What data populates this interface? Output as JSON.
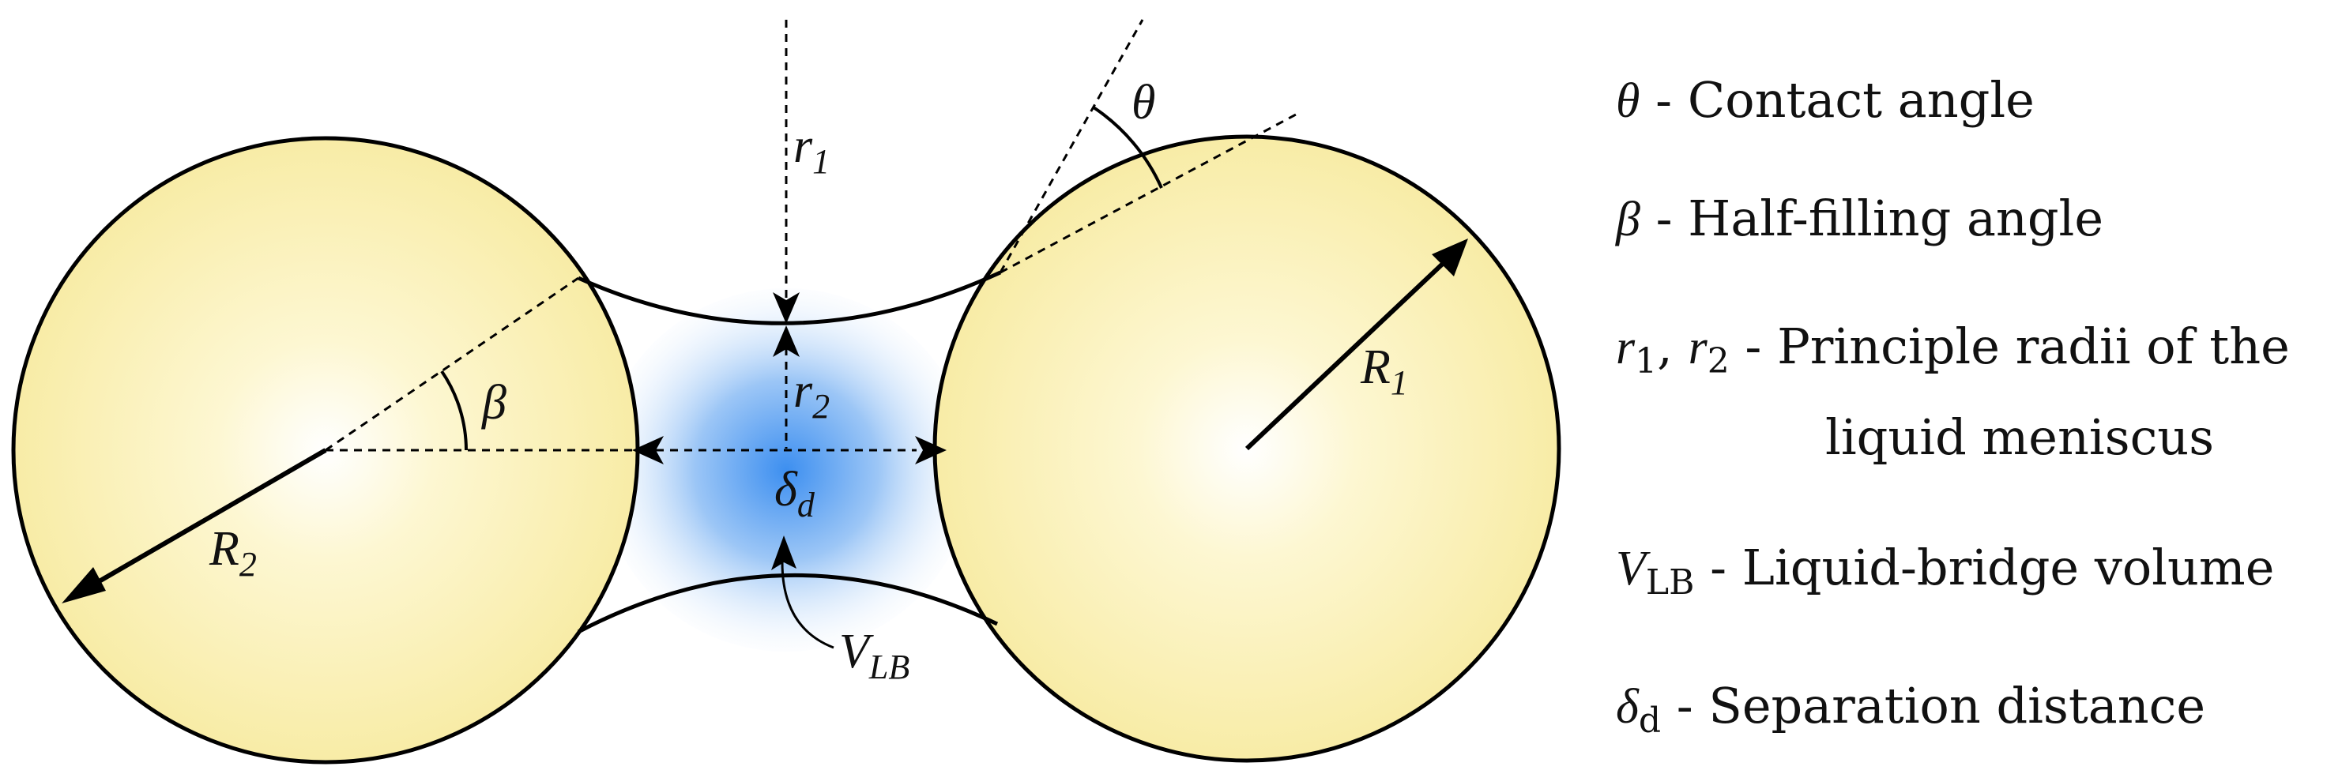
{
  "labels": {
    "r1_base": "r",
    "r1_sub": "1",
    "r2_base": "r",
    "r2_sub": "2",
    "R1_base": "R",
    "R1_sub": "1",
    "R2_base": "R",
    "R2_sub": "2",
    "theta": "θ",
    "beta": "β",
    "delta_base": "δ",
    "delta_sub": "d",
    "vlb_base": "V",
    "vlb_sub": "LB"
  },
  "legend": [
    {
      "symbol": "θ",
      "sub": "",
      "text": " - Contact angle"
    },
    {
      "symbol": "β",
      "sub": "",
      "text": " - Half-filling angle"
    },
    {
      "symbol": "r",
      "sub": "1",
      "symbol2": "r",
      "sub2": "2",
      "text": " - Principle radii of the",
      "text2": "liquid meniscus"
    },
    {
      "symbol": "V",
      "sub": "LB",
      "text": " - Liquid-bridge volume"
    },
    {
      "symbol": "δ",
      "sub": "d",
      "text": " - Separation distance"
    }
  ],
  "colors": {
    "particle_fill": "#fbf3b6",
    "particle_highlight": "#ffffff",
    "liquid_fill": "#4a97f0",
    "stroke": "#000000"
  }
}
